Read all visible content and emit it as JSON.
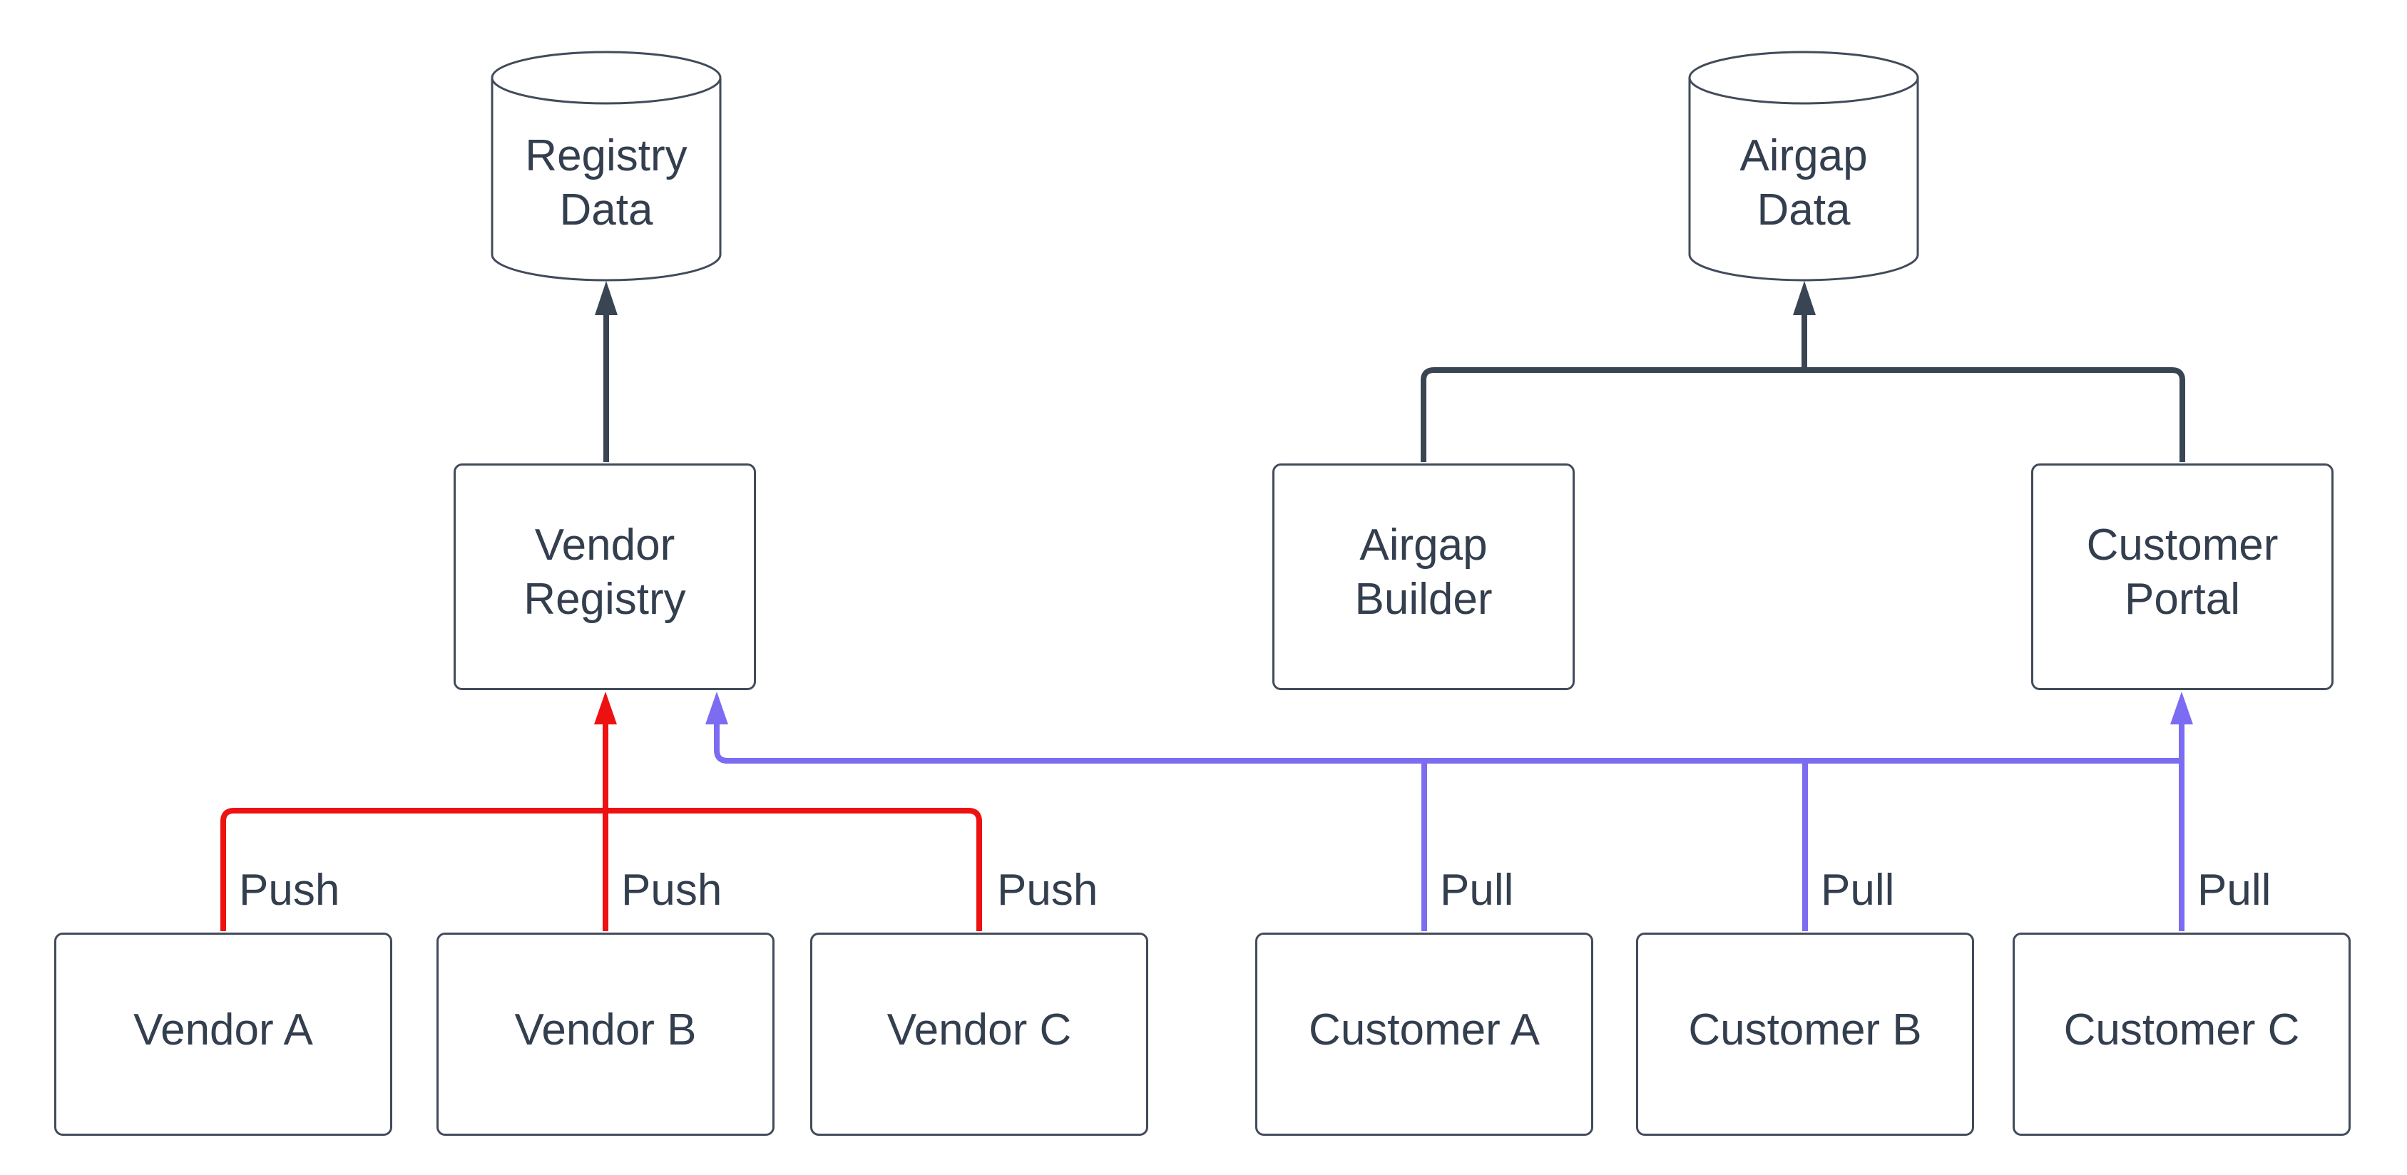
{
  "diagram": {
    "background_color": "#ffffff",
    "colors": {
      "node_border": "#414b5a",
      "node_text": "#333e4e",
      "flow_arrow": "#3a4554",
      "push_arrow": "#ee1111",
      "pull_arrow": "#7b6cf2"
    },
    "datastores": [
      {
        "id": "registry-data",
        "label": "Registry\nData"
      },
      {
        "id": "airgap-data",
        "label": "Airgap\nData"
      }
    ],
    "services": [
      {
        "id": "vendor-registry",
        "label": "Vendor\nRegistry"
      },
      {
        "id": "airgap-builder",
        "label": "Airgap\nBuilder"
      },
      {
        "id": "customer-portal",
        "label": "Customer\nPortal"
      }
    ],
    "vendors": [
      {
        "id": "vendor-a",
        "label": "Vendor A"
      },
      {
        "id": "vendor-b",
        "label": "Vendor B"
      },
      {
        "id": "vendor-c",
        "label": "Vendor C"
      }
    ],
    "customers": [
      {
        "id": "customer-a",
        "label": "Customer A"
      },
      {
        "id": "customer-b",
        "label": "Customer B"
      },
      {
        "id": "customer-c",
        "label": "Customer C"
      }
    ],
    "edge_labels": [
      {
        "id": "push-vendor-a",
        "text": "Push"
      },
      {
        "id": "push-vendor-b",
        "text": "Push"
      },
      {
        "id": "push-vendor-c",
        "text": "Push"
      },
      {
        "id": "pull-customer-a",
        "text": "Pull"
      },
      {
        "id": "pull-customer-b",
        "text": "Pull"
      },
      {
        "id": "pull-customer-c",
        "text": "Pull"
      }
    ]
  }
}
